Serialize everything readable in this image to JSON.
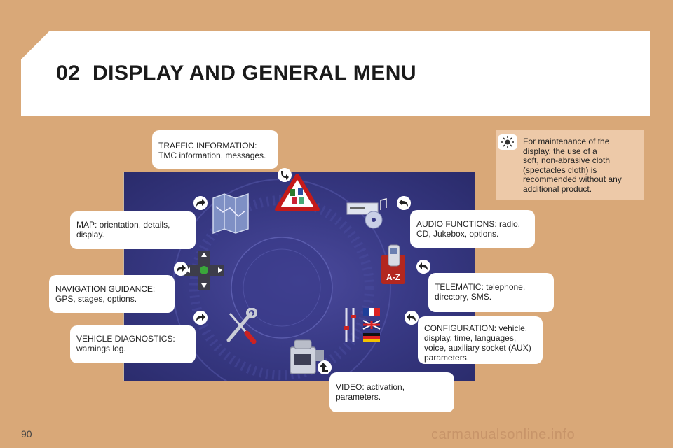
{
  "header": {
    "chapter": "02",
    "title": "DISPLAY AND GENERAL MENU"
  },
  "note": {
    "icon": "sun-icon",
    "lines": [
      "For maintenance of the",
      "display, the use of a",
      "soft, non-abrasive cloth",
      "(spectacles cloth) is",
      "recommended without any",
      "additional product."
    ]
  },
  "menu": {
    "traffic": [
      "TRAFFIC INFORMATION:",
      "TMC information, messages."
    ],
    "map": [
      "MAP: orientation, details,",
      "display."
    ],
    "navigation": [
      "NAVIGATION GUIDANCE:",
      "GPS, stages, options."
    ],
    "diagnostics": [
      "VEHICLE DIAGNOSTICS:",
      "warnings log."
    ],
    "audio": [
      "AUDIO FUNCTIONS: radio,",
      "CD, Jukebox, options."
    ],
    "telematic": [
      "TELEMATIC: telephone,",
      "directory, SMS."
    ],
    "configuration": [
      "CONFIGURATION: vehicle,",
      "display, time, languages,",
      "voice, auxiliary socket (AUX)",
      "parameters."
    ],
    "video": [
      "VIDEO: activation,",
      "parameters."
    ]
  },
  "icons": {
    "traffic": "traffic-warning-icon",
    "map": "map-icon",
    "navigation": "road-junction-icon",
    "diagnostics": "wrench-screwdriver-icon",
    "audio": "audio-cd-icon",
    "telematic": "phone-directory-icon",
    "configuration": "settings-flags-icon",
    "video": "video-camera-icon",
    "az_label": "A-Z"
  },
  "page": {
    "number": "90",
    "watermark": "carmanualsonline.info"
  },
  "colors": {
    "background": "#d9a878",
    "screen": "#393a86",
    "note": "#edc9a8"
  }
}
